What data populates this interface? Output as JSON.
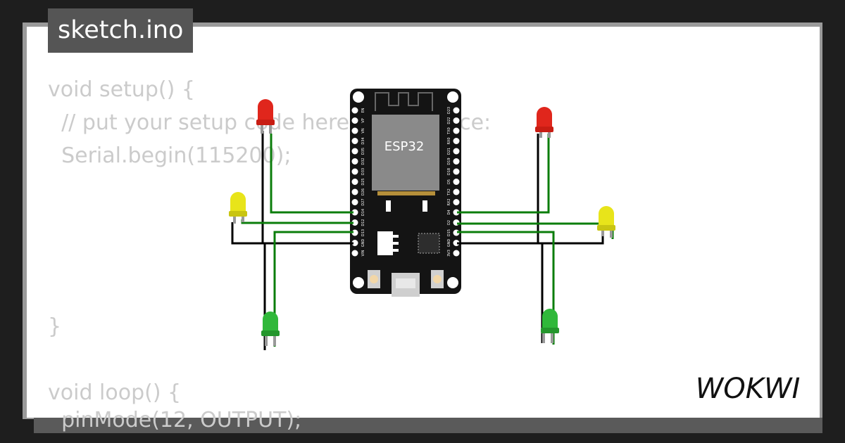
{
  "tab": {
    "filename": "sketch.ino"
  },
  "code": {
    "lines": [
      "void setup() {",
      "  // put your setup code here, to run once:",
      "  Serial.begin(115200);",
      "",
      "",
      "",
      "",
      "}",
      "",
      "void loop() {",
      "  pinMode(12, OUTPUT);"
    ]
  },
  "board": {
    "chip_label": "ESP32",
    "pins_left": [
      "EN",
      "VP",
      "VN",
      "D34",
      "D35",
      "D32",
      "D33",
      "D25",
      "D26",
      "D27",
      "D14",
      "D12",
      "D13",
      "GND",
      "VIN"
    ],
    "pins_right": [
      "D23",
      "D22",
      "TX0",
      "RX0",
      "D21",
      "D19",
      "D18",
      "D5",
      "TX2",
      "RX2",
      "D4",
      "D2",
      "D15",
      "GND",
      "3V3"
    ]
  },
  "leds": [
    {
      "name": "red-left",
      "color": "#e0261c"
    },
    {
      "name": "yellow-left",
      "color": "#e8e41a"
    },
    {
      "name": "green-left",
      "color": "#30b83a"
    },
    {
      "name": "red-right",
      "color": "#e0261c"
    },
    {
      "name": "yellow-right",
      "color": "#e8e41a"
    },
    {
      "name": "green-right",
      "color": "#30b83a"
    }
  ],
  "colors": {
    "wire_signal": "#0b7d0b",
    "wire_ground": "#000000",
    "board": "#141414"
  },
  "brand": {
    "name": "WOKWI"
  }
}
